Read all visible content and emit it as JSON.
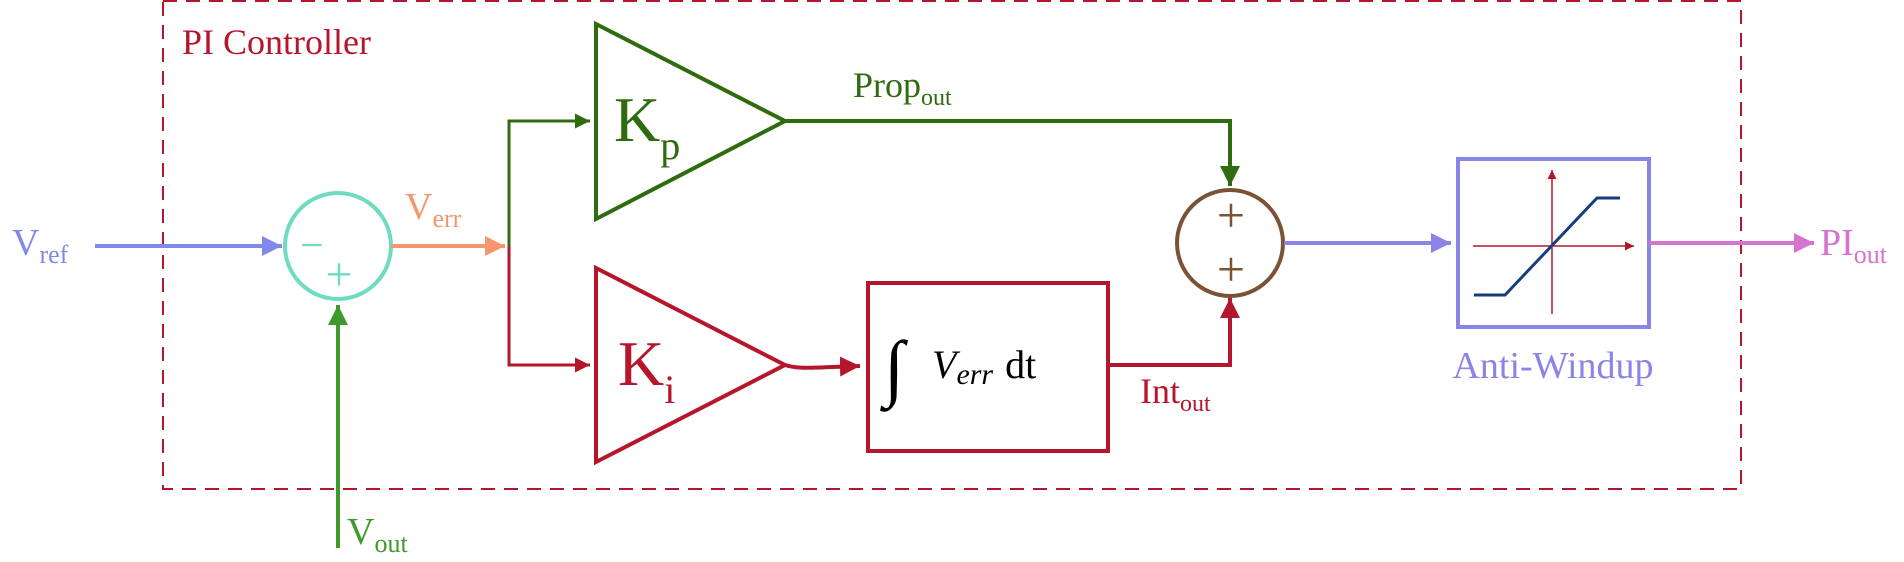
{
  "title": "PI Controller",
  "colors": {
    "frame": "#b5162b",
    "vref": "#8088ea",
    "summer1": "#6fdcc2",
    "verr": "#f59670",
    "vout": "#3e9a2a",
    "prop": "#2f6b0f",
    "int": "#b5162b",
    "summer2": "#7b5235",
    "sat": "#8a84e6",
    "sat_curve": "#153e7a",
    "pi_out": "#d672d0"
  },
  "signals": {
    "vref": {
      "main": "V",
      "sub": "ref"
    },
    "verr": {
      "main": "V",
      "sub": "err"
    },
    "vout": {
      "main": "V",
      "sub": "out"
    },
    "prop_out": {
      "main": "Prop",
      "sub": "out"
    },
    "int_out": {
      "main": "Int",
      "sub": "out"
    },
    "pi_out": {
      "main": "PI",
      "sub": "out"
    }
  },
  "blocks": {
    "kp": {
      "main": "K",
      "sub": "p"
    },
    "ki": {
      "main": "K",
      "sub": "i"
    },
    "integrator": {
      "symbol": "∫",
      "var_main": "V",
      "var_sub": "err",
      "differential": "dt"
    },
    "summer1_signs": [
      "−",
      "+"
    ],
    "summer2_signs": [
      "+",
      "+"
    ],
    "anti_windup": "Anti-Windup"
  }
}
